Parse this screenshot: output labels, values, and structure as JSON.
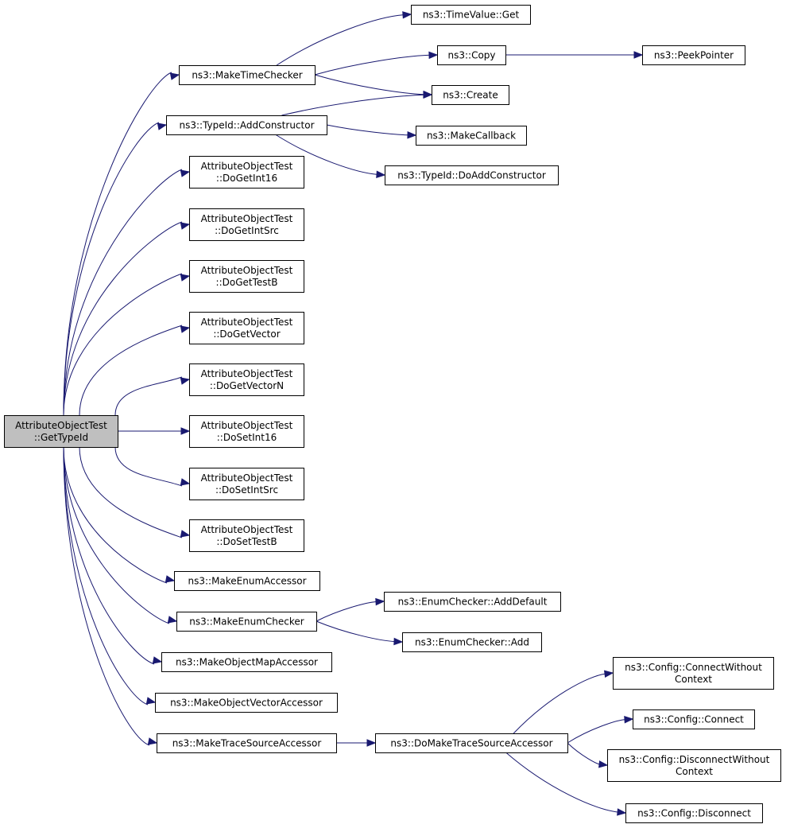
{
  "root": {
    "id": "root",
    "lines": [
      "AttributeObjectTest",
      "::GetTypeId"
    ],
    "highlight": true
  },
  "nodes": [
    {
      "id": "makeTimeChecker",
      "lines": [
        "ns3::MakeTimeChecker"
      ]
    },
    {
      "id": "addConstructor",
      "lines": [
        "ns3::TypeId::AddConstructor"
      ]
    },
    {
      "id": "doGetInt16",
      "lines": [
        "AttributeObjectTest",
        "::DoGetInt16"
      ]
    },
    {
      "id": "doGetIntSrc",
      "lines": [
        "AttributeObjectTest",
        "::DoGetIntSrc"
      ]
    },
    {
      "id": "doGetTestB",
      "lines": [
        "AttributeObjectTest",
        "::DoGetTestB"
      ]
    },
    {
      "id": "doGetVector",
      "lines": [
        "AttributeObjectTest",
        "::DoGetVector"
      ]
    },
    {
      "id": "doGetVectorN",
      "lines": [
        "AttributeObjectTest",
        "::DoGetVectorN"
      ]
    },
    {
      "id": "doSetInt16",
      "lines": [
        "AttributeObjectTest",
        "::DoSetInt16"
      ]
    },
    {
      "id": "doSetIntSrc",
      "lines": [
        "AttributeObjectTest",
        "::DoSetIntSrc"
      ]
    },
    {
      "id": "doSetTestB",
      "lines": [
        "AttributeObjectTest",
        "::DoSetTestB"
      ]
    },
    {
      "id": "makeEnumAccessor",
      "lines": [
        "ns3::MakeEnumAccessor"
      ]
    },
    {
      "id": "makeEnumChecker",
      "lines": [
        "ns3::MakeEnumChecker"
      ]
    },
    {
      "id": "makeObjectMapAccessor",
      "lines": [
        "ns3::MakeObjectMapAccessor"
      ]
    },
    {
      "id": "makeObjectVectorAccessor",
      "lines": [
        "ns3::MakeObjectVectorAccessor"
      ]
    },
    {
      "id": "makeTraceSourceAccessor",
      "lines": [
        "ns3::MakeTraceSourceAccessor"
      ]
    },
    {
      "id": "timeValueGet",
      "lines": [
        "ns3::TimeValue::Get"
      ]
    },
    {
      "id": "copy",
      "lines": [
        "ns3::Copy"
      ]
    },
    {
      "id": "peekPointer",
      "lines": [
        "ns3::PeekPointer"
      ]
    },
    {
      "id": "create",
      "lines": [
        "ns3::Create"
      ]
    },
    {
      "id": "makeCallback",
      "lines": [
        "ns3::MakeCallback"
      ]
    },
    {
      "id": "doAddConstructor",
      "lines": [
        "ns3::TypeId::DoAddConstructor"
      ]
    },
    {
      "id": "enumAddDefault",
      "lines": [
        "ns3::EnumChecker::AddDefault"
      ]
    },
    {
      "id": "enumAdd",
      "lines": [
        "ns3::EnumChecker::Add"
      ]
    },
    {
      "id": "doMakeTraceSourceAccessor",
      "lines": [
        "ns3::DoMakeTraceSourceAccessor"
      ]
    },
    {
      "id": "connectWithoutContext",
      "lines": [
        "ns3::Config::ConnectWithout",
        "Context"
      ]
    },
    {
      "id": "configConnect",
      "lines": [
        "ns3::Config::Connect"
      ]
    },
    {
      "id": "disconnectWithoutContext",
      "lines": [
        "ns3::Config::DisconnectWithout",
        "Context"
      ]
    },
    {
      "id": "configDisconnect",
      "lines": [
        "ns3::Config::Disconnect"
      ]
    }
  ],
  "edges": [
    {
      "from": "root",
      "to": "makeTimeChecker"
    },
    {
      "from": "root",
      "to": "addConstructor"
    },
    {
      "from": "root",
      "to": "doGetInt16"
    },
    {
      "from": "root",
      "to": "doGetIntSrc"
    },
    {
      "from": "root",
      "to": "doGetTestB"
    },
    {
      "from": "root",
      "to": "doGetVector"
    },
    {
      "from": "root",
      "to": "doGetVectorN"
    },
    {
      "from": "root",
      "to": "doSetInt16"
    },
    {
      "from": "root",
      "to": "doSetIntSrc"
    },
    {
      "from": "root",
      "to": "doSetTestB"
    },
    {
      "from": "root",
      "to": "makeEnumAccessor"
    },
    {
      "from": "root",
      "to": "makeEnumChecker"
    },
    {
      "from": "root",
      "to": "makeObjectMapAccessor"
    },
    {
      "from": "root",
      "to": "makeObjectVectorAccessor"
    },
    {
      "from": "root",
      "to": "makeTraceSourceAccessor"
    },
    {
      "from": "makeTimeChecker",
      "to": "timeValueGet"
    },
    {
      "from": "makeTimeChecker",
      "to": "copy"
    },
    {
      "from": "makeTimeChecker",
      "to": "create"
    },
    {
      "from": "copy",
      "to": "peekPointer"
    },
    {
      "from": "addConstructor",
      "to": "create"
    },
    {
      "from": "addConstructor",
      "to": "makeCallback"
    },
    {
      "from": "addConstructor",
      "to": "doAddConstructor"
    },
    {
      "from": "makeEnumChecker",
      "to": "enumAddDefault"
    },
    {
      "from": "makeEnumChecker",
      "to": "enumAdd"
    },
    {
      "from": "makeTraceSourceAccessor",
      "to": "doMakeTraceSourceAccessor"
    },
    {
      "from": "doMakeTraceSourceAccessor",
      "to": "connectWithoutContext"
    },
    {
      "from": "doMakeTraceSourceAccessor",
      "to": "configConnect"
    },
    {
      "from": "doMakeTraceSourceAccessor",
      "to": "disconnectWithoutContext"
    },
    {
      "from": "doMakeTraceSourceAccessor",
      "to": "configDisconnect"
    }
  ],
  "colors": {
    "edge": "#191970",
    "root_fill": "#bfbfbf",
    "node_fill": "#ffffff",
    "border": "#000000"
  }
}
